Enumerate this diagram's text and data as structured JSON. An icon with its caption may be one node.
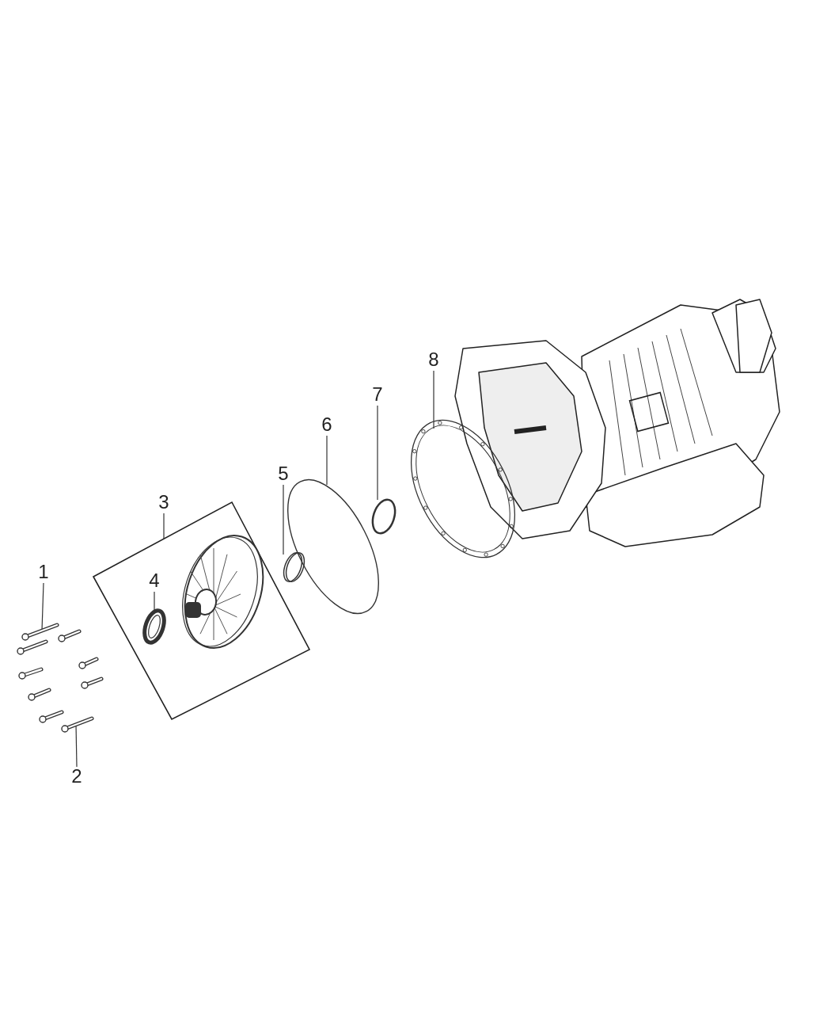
{
  "diagram": {
    "nodes": [
      {
        "text": [
          "1"
        ]
      },
      {
        "text": [],
        "shape": "picture"
      },
      {
        "text": [
          "2"
        ]
      },
      {
        "text": [],
        "shape": "picture"
      },
      {
        "text": [
          "3"
        ]
      },
      {
        "text": [],
        "shape": "box"
      },
      {
        "text": [
          "4"
        ],
        "in": 5
      },
      {
        "text": [],
        "shape": "picture",
        "in": 5
      },
      {
        "text": [
          "5"
        ]
      },
      {
        "text": [],
        "shape": "circle"
      },
      {
        "text": [
          "6"
        ]
      },
      {
        "text": [],
        "shape": "picture"
      },
      {
        "text": [
          "7"
        ]
      },
      {
        "text": [],
        "shape": "circle"
      },
      {
        "text": [
          "8"
        ]
      },
      {
        "text": [],
        "shape": "picture"
      }
    ],
    "edges": [
      {
        "from": 0,
        "to": 1,
        "arrow": "none"
      },
      {
        "from": 2,
        "to": 3,
        "arrow": "none"
      },
      {
        "from": 4,
        "to": 5,
        "arrow": "none"
      },
      {
        "from": 6,
        "to": 7,
        "arrow": "none"
      },
      {
        "from": 8,
        "to": 9,
        "arrow": "none"
      },
      {
        "from": 10,
        "to": 11,
        "arrow": "none"
      },
      {
        "from": 12,
        "to": 13,
        "arrow": "none"
      },
      {
        "from": 14,
        "to": 15,
        "arrow": "none"
      }
    ]
  }
}
